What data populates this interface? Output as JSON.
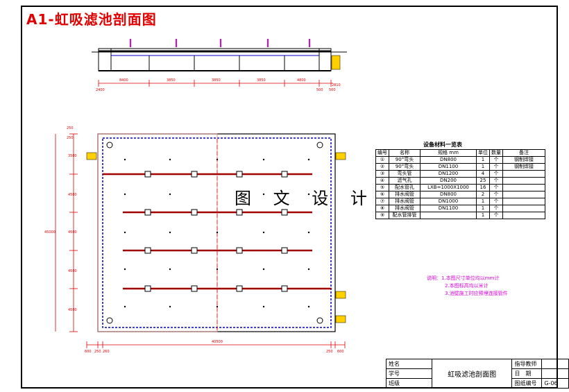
{
  "title": "A1-虹吸滤池剖面图",
  "watermark": "图 文 设 计",
  "section_dims": [
    "2400",
    "8400",
    "3850",
    "3850",
    "3850",
    "4800",
    "500",
    "500",
    "2810"
  ],
  "plan_dims_left": [
    "250",
    "250",
    "3500",
    "4500",
    "4500",
    "4500",
    "4500",
    "45000"
  ],
  "plan_dims_bottom": [
    "600",
    "250",
    "260",
    "40500",
    "250",
    "600"
  ],
  "materials": {
    "title": "设备材料一览表",
    "header": [
      "编号",
      "名称",
      "规格 mm",
      "单位",
      "数量",
      "备注"
    ],
    "rows": [
      [
        "①",
        "90°弯头",
        "DN800",
        "1",
        "个",
        "钢制焊接"
      ],
      [
        "②",
        "90°弯头",
        "DN1100",
        "1",
        "个",
        "钢制焊接"
      ],
      [
        "③",
        "弯头管",
        "DN1200",
        "4",
        "个",
        ""
      ],
      [
        "④",
        "滤气孔",
        "DN200",
        "25",
        "个",
        ""
      ],
      [
        "⑤",
        "配水管孔",
        "LXB=1000X1000",
        "16",
        "个",
        ""
      ],
      [
        "⑥",
        "排水阀管",
        "DN800",
        "2",
        "个",
        ""
      ],
      [
        "⑦",
        "排水阀管",
        "DN1000",
        "1",
        "个",
        ""
      ],
      [
        "⑧",
        "排水阀管",
        "DN1100",
        "1",
        "个",
        ""
      ],
      [
        "⑨",
        "配水管排管",
        "",
        "1",
        "个",
        ""
      ]
    ]
  },
  "notes": {
    "label": "说明：",
    "items": [
      "1.本图尺寸单位均以mm计",
      "2.本图标高均以米计",
      "3.池壁施工时应预埋连接管件"
    ]
  },
  "title_block": {
    "name_label": "姓名",
    "id_label": "学号",
    "class_label": "班级",
    "drawing_name": "虹吸滤池剖面图",
    "teacher_label": "指导教师",
    "date_label": "日　期",
    "number_label": "图纸编号",
    "number_value": "G-06"
  },
  "colors": {
    "red": "#e00000",
    "blue": "#0000c0",
    "magenta": "#e000e0",
    "yellow": "#ffd000",
    "dark_red": "#a00000"
  }
}
